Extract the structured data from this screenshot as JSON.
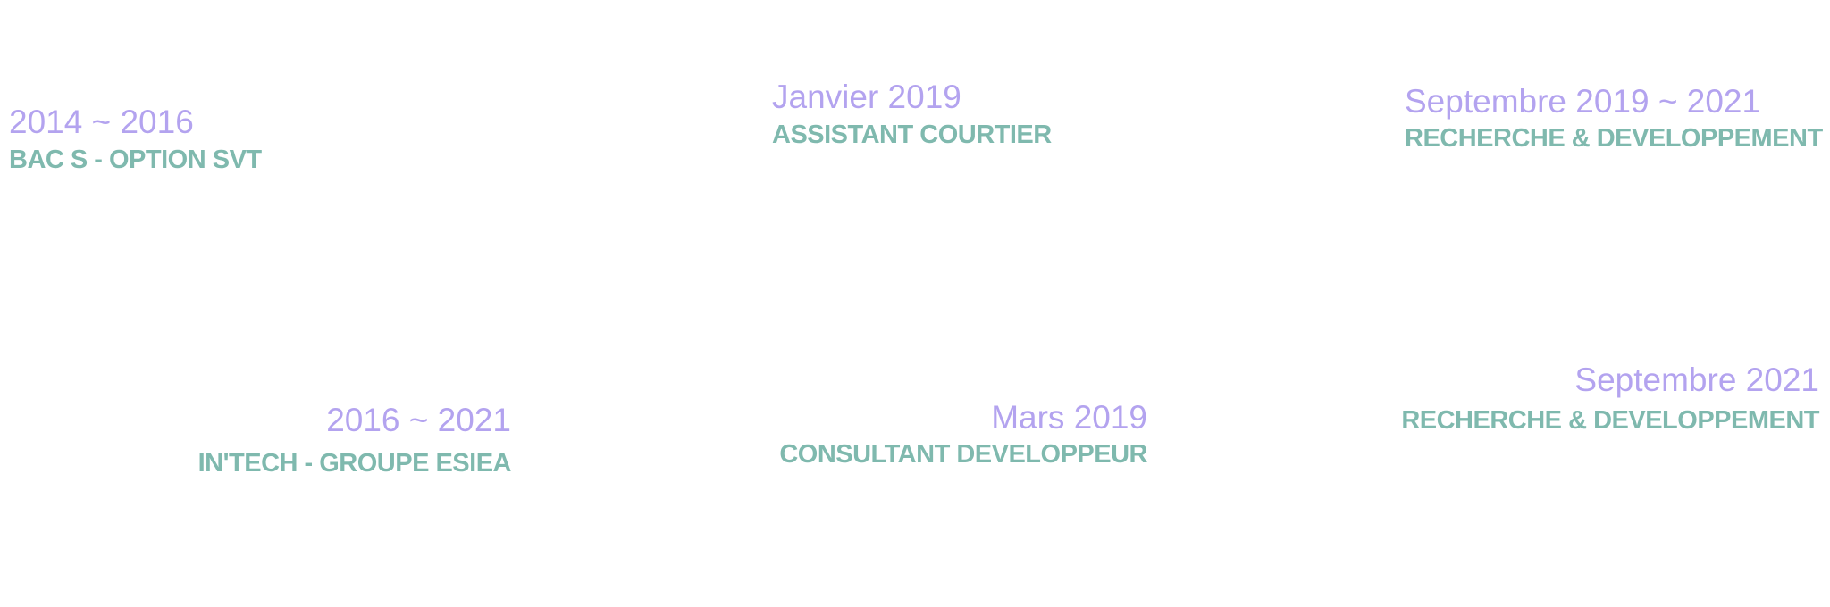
{
  "timeline": {
    "entries": [
      {
        "date": "2014 ~ 2016",
        "title": "BAC S - OPTION SVT"
      },
      {
        "date": "2016 ~ 2021",
        "title": "IN'TECH - GROUPE ESIEA"
      },
      {
        "date": "Janvier 2019",
        "title": "ASSISTANT COURTIER"
      },
      {
        "date": "Mars 2019",
        "title": "CONSULTANT DEVELOPPEUR"
      },
      {
        "date": "Septembre 2019 ~ 2021",
        "title": "RECHERCHE & DEVELOPPEMENT"
      },
      {
        "date": "Septembre 2021",
        "title": "RECHERCHE & DEVELOPPEMENT"
      }
    ]
  },
  "colors": {
    "date": "#b3a3ef",
    "title": "#7fb9ae"
  }
}
